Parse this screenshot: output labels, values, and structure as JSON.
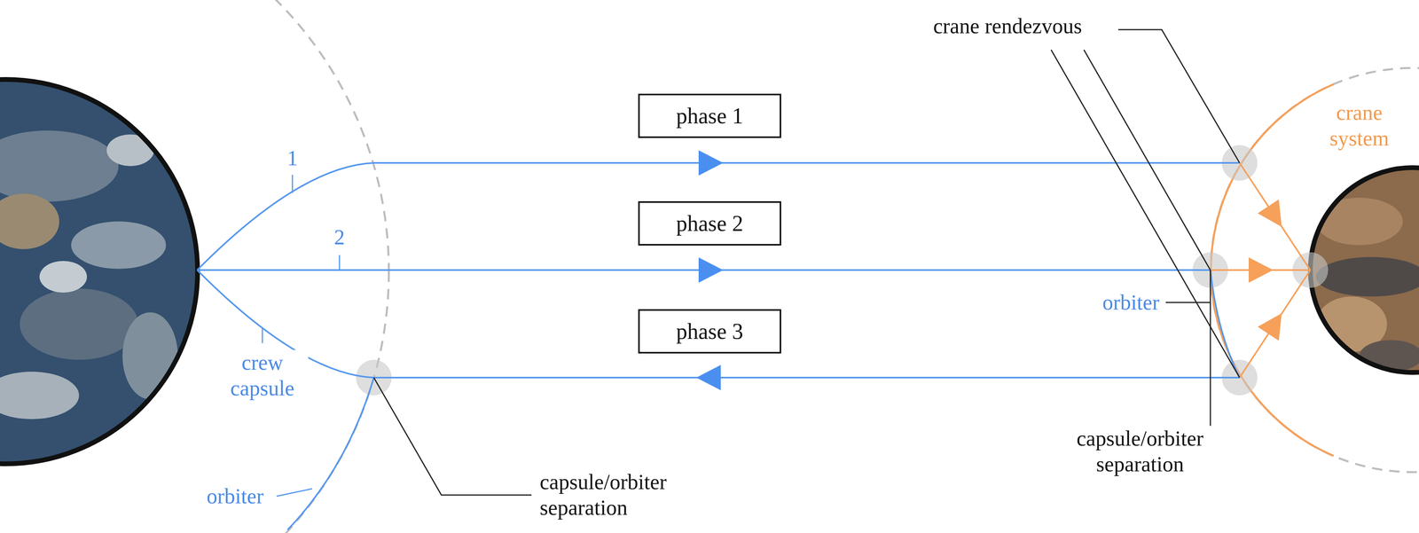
{
  "diagram": {
    "nodes": [
      {
        "text": [
          "phase 1"
        ]
      },
      {
        "text": [
          "phase 2"
        ]
      },
      {
        "text": [
          "phase 3"
        ]
      }
    ],
    "labels": [
      "1",
      "2",
      "crew capsule",
      "orbiter",
      "capsule/orbiter separation",
      "crane rendezvous",
      "crane system",
      "orbiter",
      "capsule/orbiter separation"
    ]
  }
}
